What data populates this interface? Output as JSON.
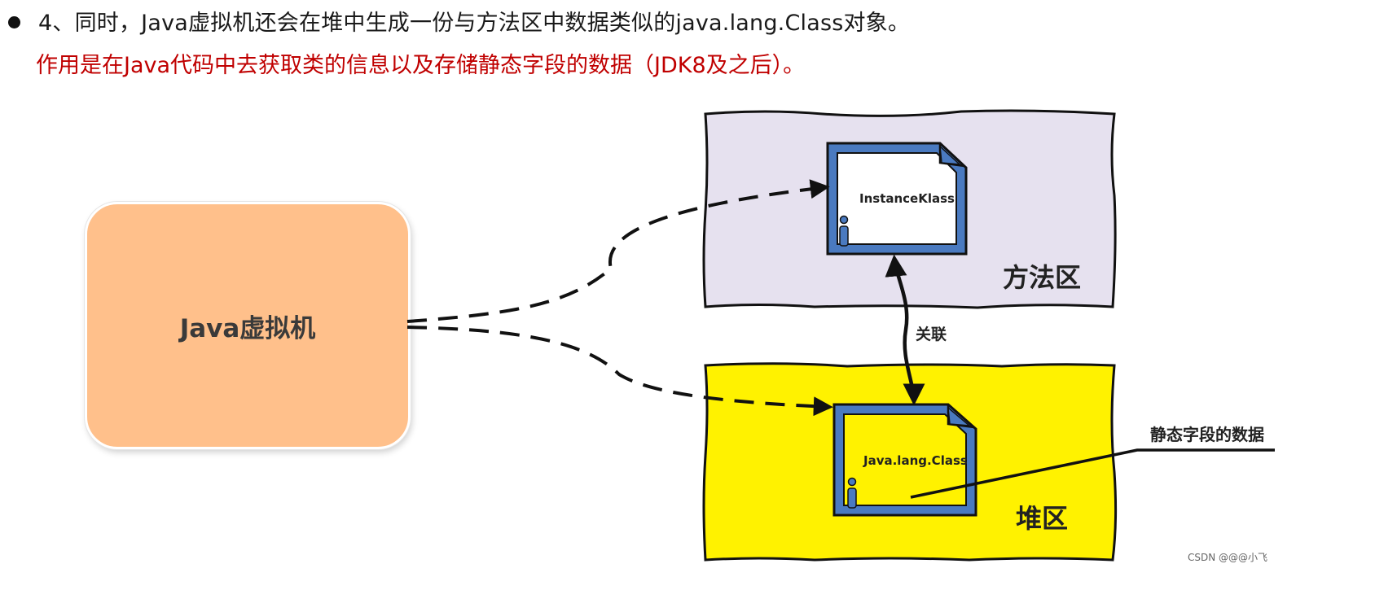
{
  "heading": {
    "text": "4、同时，Java虚拟机还会在堆中生成一份与方法区中数据类似的java.lang.Class对象。",
    "subtext": "作用是在Java代码中去获取类的信息以及存储静态字段的数据（JDK8及之后）。"
  },
  "diagram": {
    "jvm_label": "Java虚拟机",
    "method_area": {
      "label": "方法区",
      "object_label": "InstanceKlass",
      "fill": "#e6e1ef"
    },
    "heap": {
      "label": "堆区",
      "object_label": "Java.lang.Class",
      "fill": "#fff200"
    },
    "relation_label": "关联",
    "static_fields_label": "静态字段的数据",
    "colors": {
      "jvm_fill": "#ffc08b",
      "doc_border": "#4a7ac0",
      "heading_accent": "#c00000"
    }
  },
  "watermark": "CSDN @@@小飞"
}
